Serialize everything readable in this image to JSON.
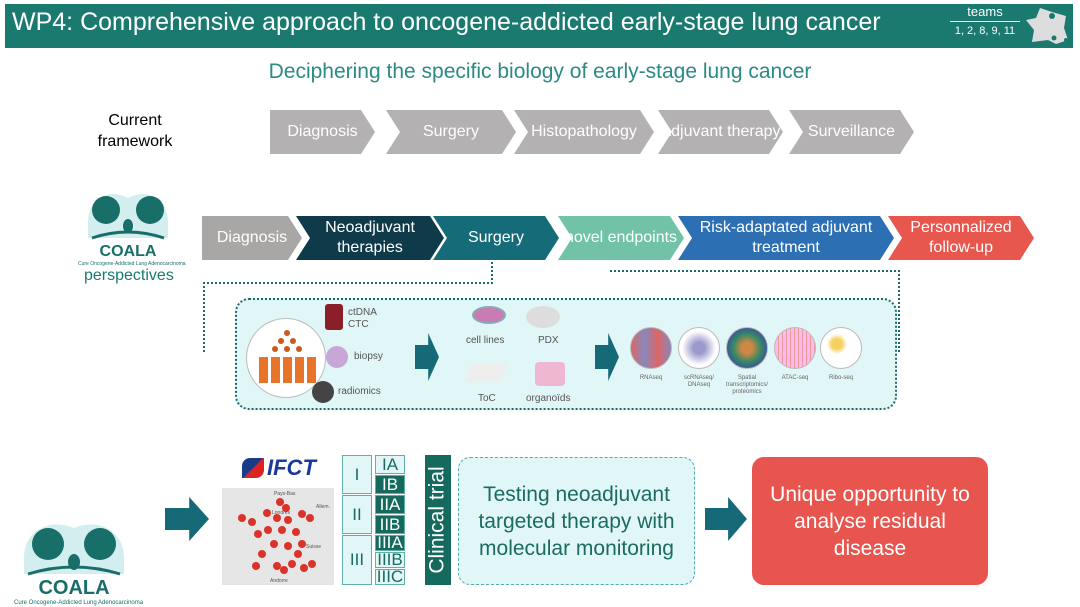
{
  "header": {
    "title": "WP4: Comprehensive approach to oncogene-addicted early-stage lung cancer",
    "teams_label": "teams",
    "teams_numbers": "1, 2, 8, 9, 11"
  },
  "subtitle": "Deciphering the specific biology of early-stage lung cancer",
  "current": {
    "label": "Current framework",
    "steps": [
      "Diagnosis",
      "Surgery",
      "Histopathology",
      "Adjuvant therapy",
      "Surveillance"
    ]
  },
  "logo": {
    "name": "COALA",
    "tagline": "Cure Oncogene-Addicted Lung Adenocarcinoma"
  },
  "perspectives": {
    "label": "perspectives",
    "steps": [
      {
        "label": "Diagnosis",
        "color": "#a9a6a6"
      },
      {
        "label": "Neoadjuvant therapies",
        "color": "#0f3a4a"
      },
      {
        "label": "Surgery",
        "color": "#156b78"
      },
      {
        "label": "novel endpoints",
        "color": "#72c2a8"
      },
      {
        "label": "Risk-adaptated adjuvant treatment",
        "color": "#2d6fb3"
      },
      {
        "label": "Personnalized follow-up",
        "color": "#e8574e"
      }
    ]
  },
  "workflow": {
    "samples": [
      "ctDNA CTC",
      "biopsy",
      "radiomics"
    ],
    "models": [
      "cell lines",
      "PDX",
      "ToC",
      "organoïds"
    ],
    "omics": [
      "RNAseq",
      "scRNAseq/ DNAseq",
      "Spatial transcriptomics/ proteomics",
      "ATAC-seq",
      "Ribo-seq"
    ]
  },
  "trial": {
    "ifct_logo": "IFCT",
    "map_labels": [
      "Pays-Bas",
      "Allem.",
      "Londres",
      "Suisse",
      "Andorre"
    ],
    "stages": [
      {
        "group": "I",
        "sub": [
          {
            "l": "IA",
            "on": false
          },
          {
            "l": "IB",
            "on": true
          }
        ]
      },
      {
        "group": "II",
        "sub": [
          {
            "l": "IIA",
            "on": true
          },
          {
            "l": "IIB",
            "on": true
          }
        ]
      },
      {
        "group": "III",
        "sub": [
          {
            "l": "IIIA",
            "on": true
          },
          {
            "l": "IIIB",
            "on": false
          },
          {
            "l": "IIIC",
            "on": false
          }
        ]
      }
    ],
    "clinical_trial": "Clinical trial",
    "testing": "Testing neoadjuvant targeted therapy with molecular monitoring",
    "opportunity": "Unique opportunity to analyse residual disease"
  },
  "colors": {
    "header": "#1b7a70",
    "accent": "#2a8a84",
    "opportunity": "#e8554e"
  }
}
